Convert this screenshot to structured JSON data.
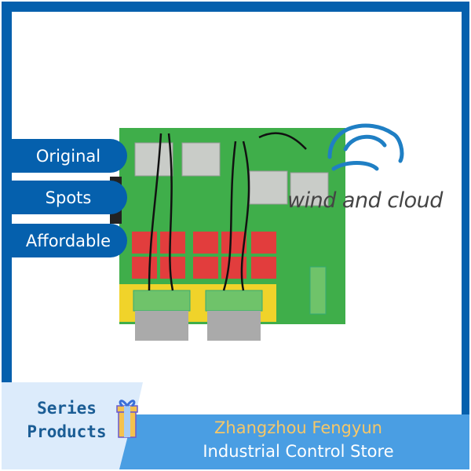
{
  "badges": [
    "Original",
    "Spots",
    "Affordable"
  ],
  "watermark": "wind and cloud",
  "series": {
    "line1": "Series",
    "line2": "Products"
  },
  "store": {
    "line1": "Zhangzhou Fengyun",
    "line2": "Industrial Control Store"
  },
  "colors": {
    "brand": "#0560ad",
    "band": "#4a9ee3",
    "accent": "#f6c768",
    "board": "#3fae4a"
  }
}
